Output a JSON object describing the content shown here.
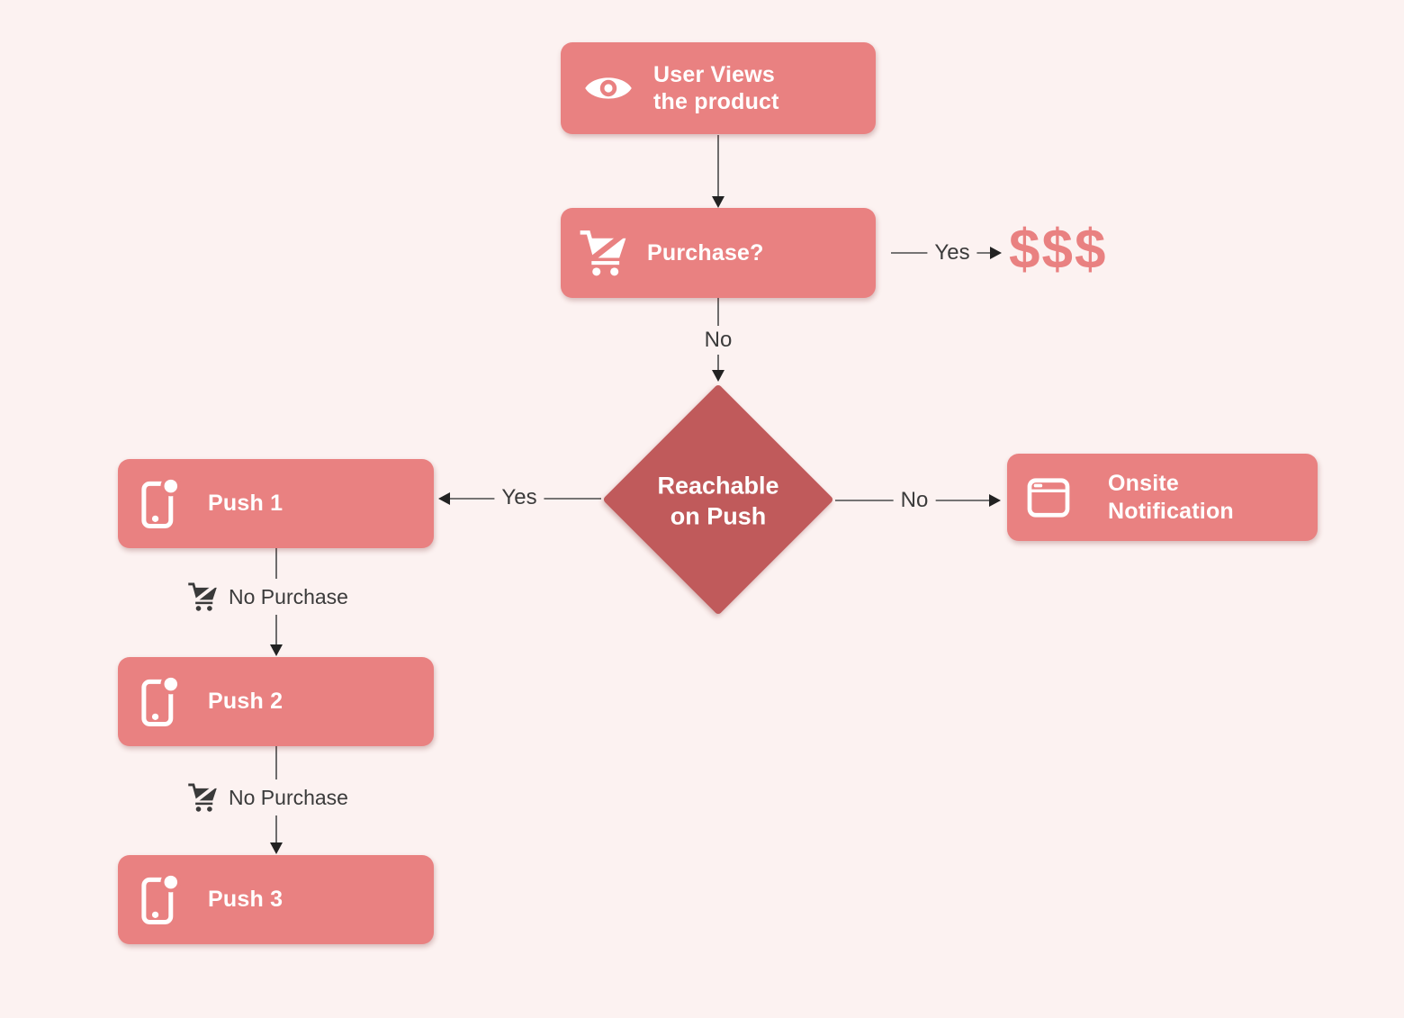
{
  "diagram": {
    "nodes": {
      "user_views": {
        "label": "User Views\nthe product",
        "icon": "eye-icon"
      },
      "purchase": {
        "label": "Purchase?",
        "icon": "shopping-cart-icon"
      },
      "reachable": {
        "label": "Reachable\non Push"
      },
      "push1": {
        "label": "Push 1",
        "icon": "phone-notification-icon"
      },
      "push2": {
        "label": "Push 2",
        "icon": "phone-notification-icon"
      },
      "push3": {
        "label": "Push 3",
        "icon": "phone-notification-icon"
      },
      "onsite": {
        "label": "Onsite\nNotification",
        "icon": "browser-window-icon"
      },
      "money": {
        "label": "$$$"
      }
    },
    "edge_labels": {
      "purchase_yes": "Yes",
      "purchase_no": "No",
      "reachable_yes": "Yes",
      "reachable_no": "No",
      "push1_no": "No Purchase",
      "push2_no": "No Purchase"
    },
    "colors": {
      "background": "#FCF2F1",
      "node_fill": "#E98181",
      "diamond_fill": "#C05A5B",
      "node_text": "#FFFFFF",
      "edge_text": "#3B3B3B",
      "edge_line": "#4A4A4A",
      "money_text": "#E98181"
    }
  }
}
